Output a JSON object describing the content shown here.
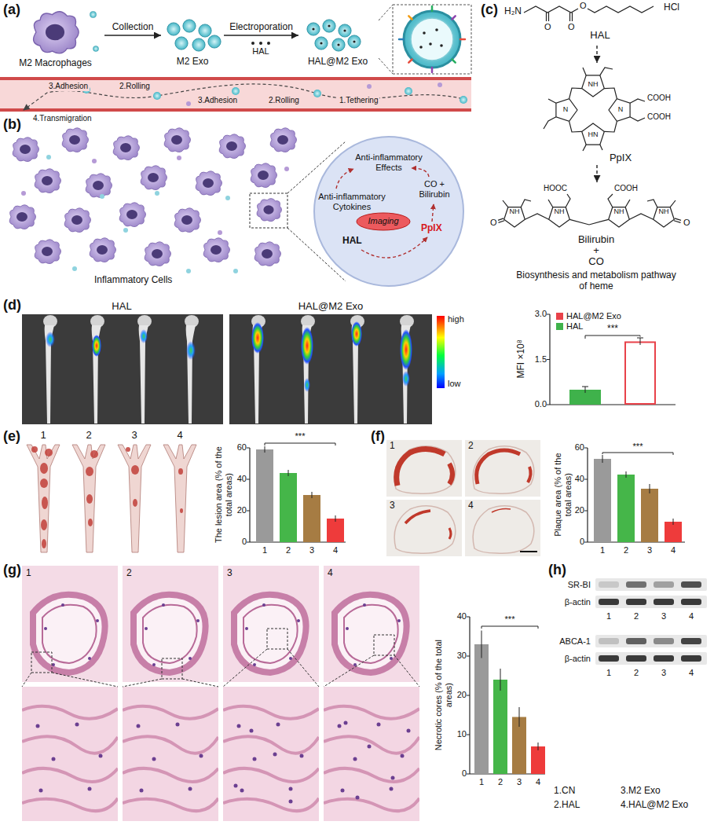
{
  "diagram": {
    "nodes": [
      {
        "text": [
          "M2 Macrophages"
        ]
      },
      {
        "text": [
          "M2 Exo"
        ]
      },
      {
        "text": [
          "HAL@M2 Exo"
        ]
      },
      {
        "text": [
          "Anti-inflammatory Effects",
          "Anti-inflammatory Cytokines",
          "CO + Bilirubin",
          "HAL",
          "PpIX"
        ]
      },
      {
        "text": [
          "Imaging"
        ],
        "in": 3
      },
      {
        "text": [
          "HAL"
        ]
      },
      {
        "text": [
          "PpIX"
        ]
      },
      {
        "text": [
          "Bilirubin",
          "+",
          "CO"
        ]
      }
    ],
    "edges": [
      {
        "from": 0,
        "to": 1,
        "label": "Collection",
        "arrow": "to"
      },
      {
        "from": 1,
        "to": 2,
        "label": "Electroporation",
        "arrow": "to"
      },
      {
        "from": 5,
        "to": 6,
        "arrow": "to"
      },
      {
        "from": 6,
        "to": 7,
        "arrow": "to"
      }
    ],
    "labels": [
      "(a)",
      "HAL",
      "3.Adhesion",
      "2.Rolling",
      "3.Adhesion",
      "2.Rolling",
      "1.Tethering",
      "4.Transmigration",
      "(b)",
      "Inflammatory Cells",
      "(c)",
      "H₂N",
      "O",
      "O",
      "O",
      "HCl",
      "NH",
      "N",
      "HN",
      "N",
      "COOH",
      "COOH",
      "HOOC",
      "COOH",
      "O",
      "NH",
      "NH",
      "NH",
      "NH",
      "O",
      "Biosynthesis and metabolism pathway of heme",
      "(d)",
      "HAL",
      "HAL@M2 Exo",
      "high",
      "low",
      "MFI ×10⁸",
      "3.0",
      "1.5",
      "0.0",
      "***",
      "(e)",
      "1",
      "2",
      "3",
      "4",
      "The lesion area (% of the total areas)",
      "60",
      "40",
      "20",
      "0",
      "***",
      "1",
      "2",
      "3",
      "4",
      "(f)",
      "1",
      "2",
      "3",
      "4",
      "Plaque area (% of the total areas)",
      "60",
      "40",
      "20",
      "0",
      "***",
      "1",
      "2",
      "3",
      "4",
      "(g)",
      "1",
      "2",
      "3",
      "4",
      "Necrotic cores (% of the total areas)",
      "40",
      "30",
      "20",
      "10",
      "0",
      "***",
      "1",
      "2",
      "3",
      "4",
      "(h)",
      "SR-BI",
      "β-actin",
      "1",
      "2",
      "3",
      "4",
      "ABCA-1",
      "β-actin",
      "1",
      "2",
      "3",
      "4",
      "1.CN",
      "3.M2 Exo",
      "2.HAL",
      "4.HAL@M2 Exo"
    ],
    "legend": [
      {
        "text": "HAL@M2 Exo",
        "color": "#e8424a"
      },
      {
        "text": "HAL",
        "color": "#3fb24b"
      }
    ]
  }
}
